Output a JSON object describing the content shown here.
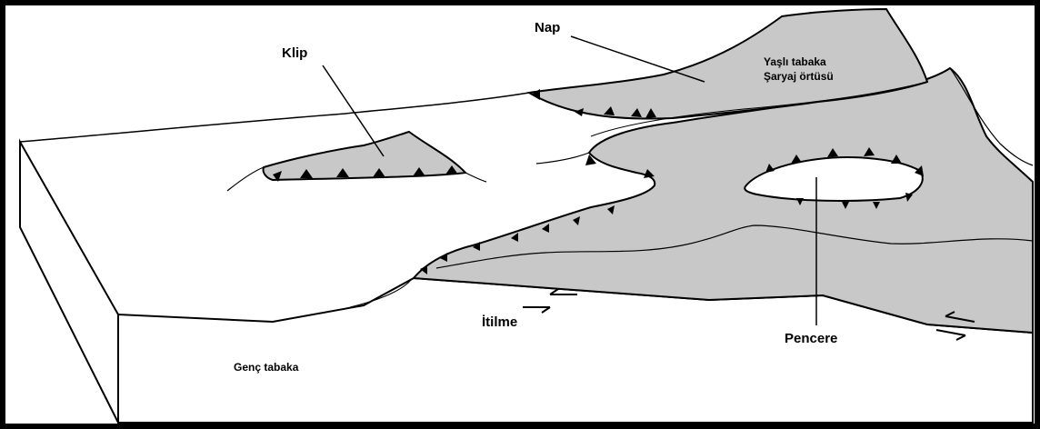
{
  "labels": {
    "klip": "Klip",
    "nap": "Nap",
    "yasli_tabaka": "Yaşlı tabaka",
    "sariyaj_ortusu": "Şaryaj örtüsü",
    "pencere": "Pencere",
    "itilme": "İtilme",
    "genc_tabaka": "Genç tabaka"
  },
  "colors": {
    "nappe_fill": "#c8c8c8",
    "ground_fill": "#ffffff",
    "line": "#000000",
    "frame": "#000000"
  },
  "icons": {
    "thrust_teeth": "triangle-marker",
    "motion_arrows": "half-arrow"
  }
}
